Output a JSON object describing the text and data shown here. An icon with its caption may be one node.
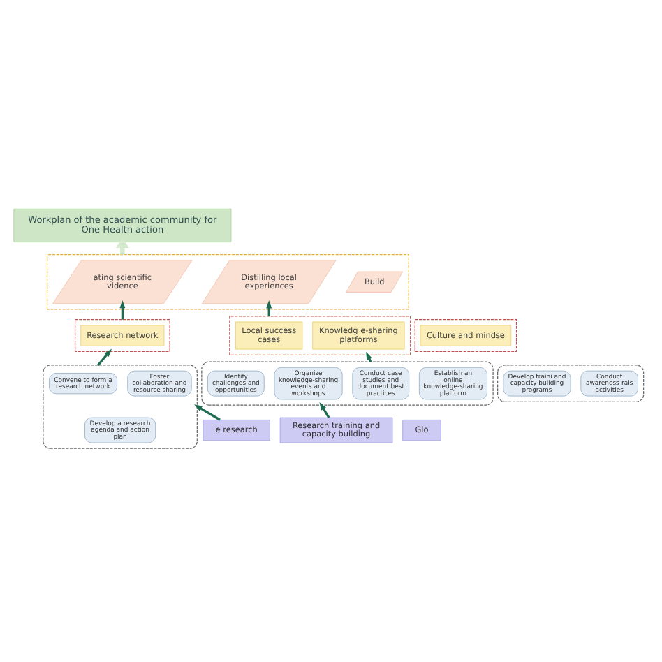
{
  "diagram": {
    "nodes": [
      {
        "text": [
          "Workplan of the academic community for One Health action"
        ]
      },
      {
        "text": [],
        "shape": "box"
      },
      {
        "text": [
          "ating scientific vidence"
        ],
        "in": 1
      },
      {
        "text": [
          "Distilling local experiences"
        ],
        "in": 1
      },
      {
        "text": [
          "Build"
        ],
        "in": 1
      },
      {
        "text": [],
        "shape": "box"
      },
      {
        "text": [
          "Research network"
        ],
        "in": 5
      },
      {
        "text": [],
        "shape": "box"
      },
      {
        "text": [
          "Local success cases"
        ],
        "in": 7
      },
      {
        "text": [
          "Knowledg e-sharing platforms"
        ],
        "in": 7
      },
      {
        "text": [],
        "shape": "box"
      },
      {
        "text": [
          "Culture and mindse"
        ],
        "in": 10
      },
      {
        "text": [],
        "shape": "box"
      },
      {
        "text": [
          "Convene to form a research network"
        ],
        "in": 12
      },
      {
        "text": [
          "Develop a research agenda and action plan"
        ],
        "in": 12
      },
      {
        "text": [
          "Foster collaboration and resource sharing"
        ],
        "in": 12
      },
      {
        "text": [],
        "shape": "box"
      },
      {
        "text": [
          "Conduct case studies and document best practices"
        ],
        "in": 16
      },
      {
        "text": [
          "Establish an online knowledge-sharing platform"
        ],
        "in": 16
      },
      {
        "text": [
          "Identify challenges and opportunities"
        ],
        "in": 16
      },
      {
        "text": [
          "Organize knowledge-sharing events and workshops"
        ],
        "in": 16
      },
      {
        "text": [],
        "shape": "box"
      },
      {
        "text": [
          "Conduct awareness-rais activities"
        ],
        "in": 21
      },
      {
        "text": [
          "Develop traini and capacity building programs"
        ],
        "in": 21
      },
      {
        "text": [
          "e research"
        ]
      },
      {
        "text": [
          "Research training and capacity building"
        ]
      },
      {
        "text": [
          "Glo"
        ]
      }
    ],
    "edges": [
      {
        "from": 24,
        "to": 12,
        "arrow": "to"
      },
      {
        "from": 25,
        "to": 16,
        "arrow": "to"
      },
      {
        "from": 12,
        "to": 5,
        "arrow": "to"
      },
      {
        "from": 16,
        "to": 7,
        "arrow": "to"
      },
      {
        "from": 5,
        "to": 2,
        "arrow": "to"
      },
      {
        "from": 7,
        "to": 3,
        "arrow": "to"
      },
      {
        "from": 1,
        "to": 0,
        "arrow": "to",
        "style": "thick",
        "color": "#d5e9cf"
      }
    ]
  }
}
